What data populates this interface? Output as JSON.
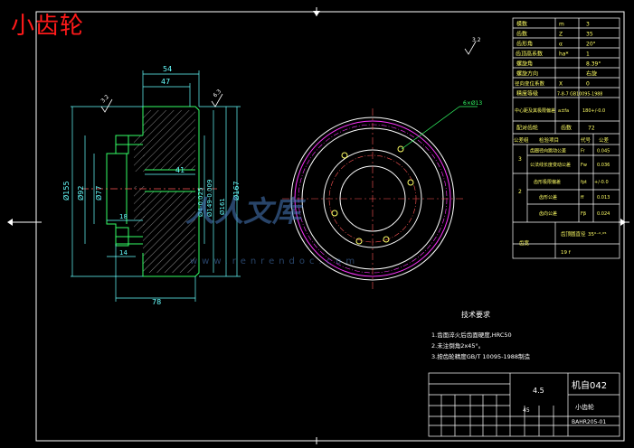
{
  "title": "小齿轮",
  "params": [
    {
      "name": "模数",
      "sym": "m",
      "val": "3"
    },
    {
      "name": "齿数",
      "sym": "Z",
      "val": "35"
    },
    {
      "name": "齿形角",
      "sym": "α",
      "val": "20°"
    },
    {
      "name": "齿顶高系数",
      "sym": "ha*",
      "val": "1"
    },
    {
      "name": "螺旋角",
      "sym": "",
      "val": "8.39°"
    },
    {
      "name": "螺旋方向",
      "sym": "",
      "val": "右旋"
    },
    {
      "name": "径向变位系数",
      "sym": "X",
      "val": "0"
    },
    {
      "name": "精度等级",
      "sym": "",
      "val": "7-8-7 GB10095-1988"
    },
    {
      "name": "中心距及其极限偏差",
      "sym": "a±fa",
      "val": "180+/-0.0"
    },
    {
      "name": "配对齿轮",
      "sym": "齿数",
      "val": "72"
    }
  ],
  "checks": [
    {
      "group": "3",
      "name": "齿圈径向跳动公差",
      "sym": "Fr",
      "val": "0.045"
    },
    {
      "group": "",
      "name": "公法线长度变动公差",
      "sym": "Fw",
      "val": "0.036"
    },
    {
      "group": "2",
      "name": "齿形极限偏差",
      "sym": "fpt",
      "val": "+/-0.0"
    },
    {
      "group": "",
      "name": "齿形公差",
      "sym": "ff",
      "val": "0.013"
    },
    {
      "group": "",
      "name": "齿向公差",
      "sym": "Fβ",
      "val": "0.024"
    }
  ],
  "check_header": {
    "group": "公差组",
    "item": "检验项目",
    "code": "代号",
    "value": "公差"
  },
  "extra": [
    {
      "name": "齿顶圆直径",
      "val": "35⁰⁻⁰·⁰⁵"
    },
    {
      "name": "齿宽",
      "val": "19 f"
    }
  ],
  "dims": {
    "d54": "54",
    "d47": "47",
    "d41": "41",
    "d18": "18",
    "d14": "14",
    "d78": "78",
    "dia155": "Ø155",
    "dia92": "Ø92",
    "dia77": "Ø77",
    "dia_hole": "Ø4-0.025",
    "dia149": "Ø149-0.009",
    "dia161": "Ø161",
    "dia167": "Ø167",
    "rough1": "3.2",
    "rough2": "6.3",
    "rough3": "3.2",
    "chamfer": "2×45°",
    "leader": "6×Ø13"
  },
  "tech": {
    "heading": "技术要求",
    "items": [
      "1.齿面淬火后齿面硬度,HRC50",
      "2.未注倒角2x45°。",
      "3.按齿轮精度GB/T 10095-1988制造"
    ]
  },
  "titleblock": {
    "scale": "4.5",
    "name": "机自042",
    "material": "45",
    "drawing": "小齿轮",
    "code": "BAHR205-01"
  },
  "watermark": {
    "logo": "人人文库",
    "url": "www.renrendoc.com"
  },
  "colors": {
    "frame": "#ffffff",
    "title": "#ff1a1a",
    "part": "#33ff66",
    "dim": "#66ffff",
    "gear": "#ff33ff",
    "text": "#ffff66"
  }
}
